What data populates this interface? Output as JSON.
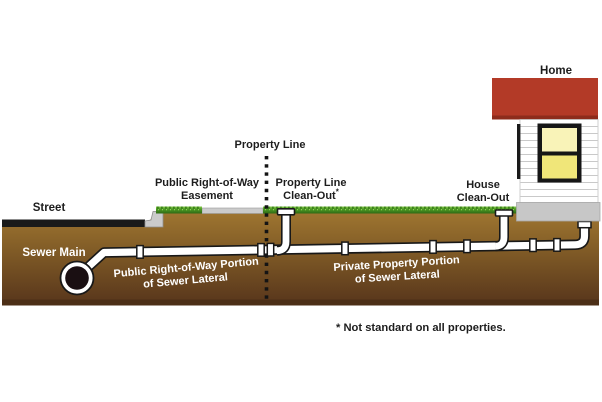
{
  "diagram": {
    "labels": {
      "street": "Street",
      "sewer_main": "Sewer Main",
      "easement": {
        "line1": "Public Right-of-Way",
        "line2": "Easement"
      },
      "property_line": "Property Line",
      "property_line_cleanout": {
        "line1": "Property Line",
        "line2": "Clean-Out",
        "asterisk": "*"
      },
      "house_cleanout": {
        "line1": "House",
        "line2": "Clean-Out"
      },
      "home": "Home",
      "row_portion": {
        "line1": "Public Right-of-Way Portion",
        "line2": "of Sewer Lateral"
      },
      "private_portion": {
        "line1": "Private Property Portion",
        "line2": "of Sewer Lateral"
      },
      "footnote": "* Not standard on all properties."
    },
    "colors": {
      "street": "#1a1a1a",
      "soil_top": "#9e7530",
      "soil_bottom": "#5a381c",
      "soil_base_band": "#4c2f17",
      "grass": "#4f9c26",
      "sidewalk": "#cbcbcb",
      "curb": "#cbcbcb",
      "roof": "#b33a27",
      "roof_edge": "#8d2c1c",
      "siding": "#ffffff",
      "window_top_pane": "#f9f3b8",
      "window_bottom_pane": "#f0e679",
      "foundation": "#c7c7c7",
      "pipe_fill": "#ffffff",
      "pipe_outline": "#181818",
      "property_line_dots": "#141414"
    }
  }
}
